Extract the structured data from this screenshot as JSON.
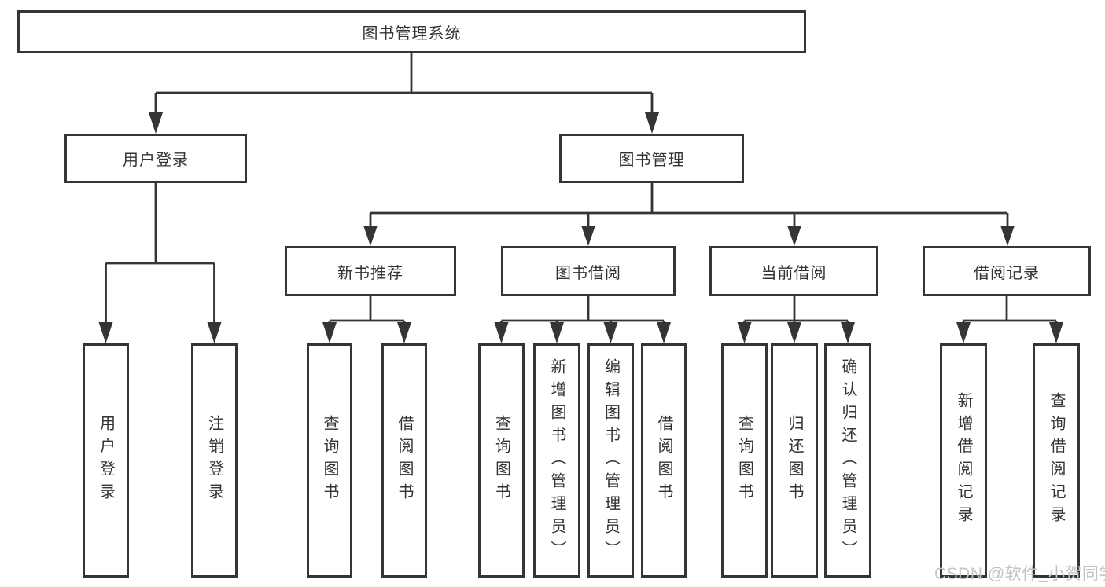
{
  "colors": {
    "line": "#353535",
    "text": "#333333",
    "watermark": "#c3c3c3",
    "background": "#ffffff"
  },
  "watermark": {
    "text": "CSDN @软件_小贺同学"
  },
  "diagram": {
    "root": "图书管理系统",
    "branches": [
      {
        "label": "用户登录",
        "children": [
          "用户登录",
          "注销登录"
        ]
      },
      {
        "label": "图书管理",
        "groups": [
          {
            "label": "新书推荐",
            "children": [
              "查询图书",
              "借阅图书"
            ]
          },
          {
            "label": "图书借阅",
            "children": [
              "查询图书",
              "新增图书（管理员）",
              "编辑图书（管理员）",
              "借阅图书"
            ]
          },
          {
            "label": "当前借阅",
            "children": [
              "查询图书",
              "归还图书",
              "确认归还（管理员）"
            ]
          },
          {
            "label": "借阅记录",
            "children": [
              "新增借阅记录",
              "查询借阅记录"
            ]
          }
        ]
      }
    ]
  }
}
